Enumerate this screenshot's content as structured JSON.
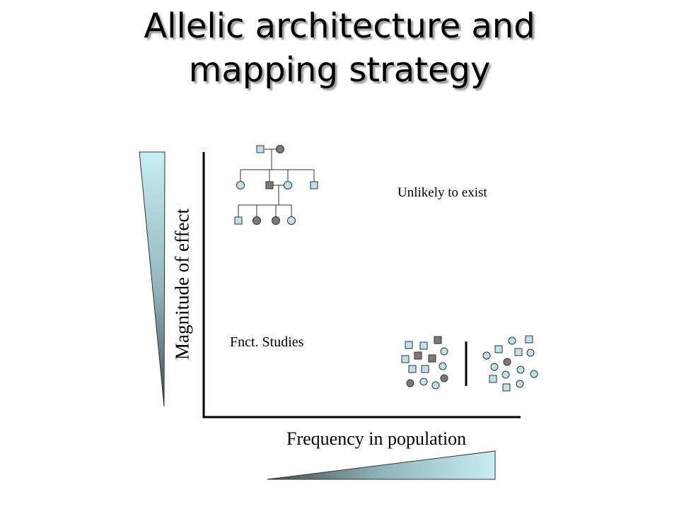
{
  "title": {
    "line1": "Allelic architecture and",
    "line2": "mapping strategy"
  },
  "axes": {
    "y_label": "Magnitude of effect",
    "x_label": "Frequency in population"
  },
  "annotations": {
    "top_right": "Unlikely to exist",
    "bottom_left": "Fnct. Studies"
  },
  "colors": {
    "affected": "#7a7a7a",
    "unaffected": "#bfe1ea",
    "ramp_light": "#c8eef3",
    "ramp_dark": "#3f4d4f",
    "axis": "#000000"
  },
  "icons": [
    "pedigree-icon",
    "population-sample-icon",
    "population-sample-icon"
  ]
}
